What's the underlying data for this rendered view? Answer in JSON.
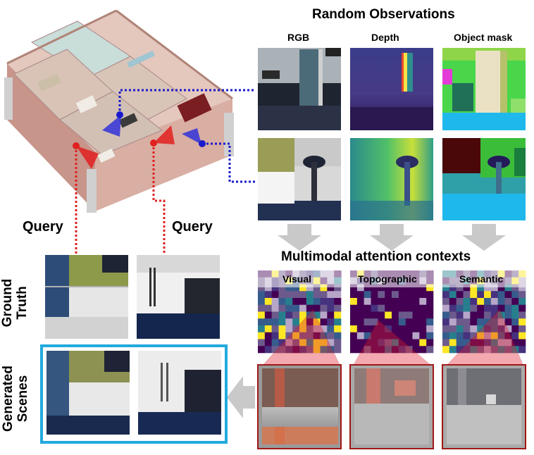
{
  "title": "Random Observations",
  "columns": {
    "rgb": "RGB",
    "depth": "Depth",
    "mask": "Object mask"
  },
  "query_labels": [
    "Query",
    "Query"
  ],
  "multimodal_title": "Multimodal attention contexts",
  "attention_labels": [
    "Visual",
    "Topographic",
    "Semantic"
  ],
  "side_labels": {
    "ground_truth_line1": "Ground",
    "ground_truth_line2": "Truth",
    "generated_line1": "Generated",
    "generated_line2": "Scenes"
  },
  "colors": {
    "blue_marker": "#1a1acc",
    "red_marker": "#e02020",
    "highlight_box": "#22aadd",
    "context_frame": "#a01818",
    "arrow_gray": "#c9c9c9"
  }
}
